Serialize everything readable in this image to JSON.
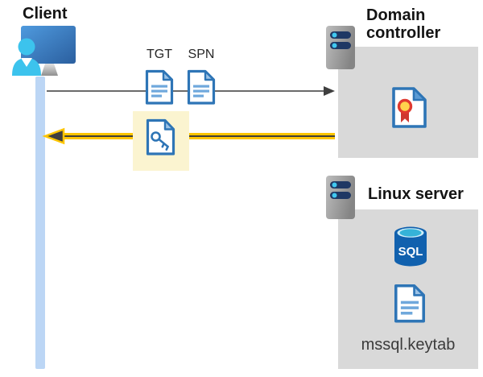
{
  "client": {
    "label": "Client"
  },
  "tickets": {
    "tgt": "TGT",
    "spn": "SPN"
  },
  "domain_controller": {
    "label": "Domain controller"
  },
  "linux_server": {
    "label": "Linux server",
    "sql_badge": "SQL",
    "keytab": "mssql.keytab"
  },
  "colors": {
    "arrow_yellow": "#fdc500",
    "arrow_gray": "#6b6b6b",
    "arrowhead_dark": "#3f3f3f",
    "highlight_yellow": "#fbf4d0",
    "panel_gray": "#d9d9d9",
    "doc_border_blue": "#2e75b6",
    "doc_fold_blue": "#9dc3e6",
    "doc_line_blue": "#6fa8dc",
    "client_bar_blue": "#bcd6f5",
    "monitor_blue": "#2b5f9f",
    "person_cyan": "#3cc3ed",
    "server_bar_navy": "#1f3864",
    "server_dot_cyan": "#41c8f0",
    "sql_body_blue": "#1161ae",
    "seal_yellow": "#ffd24c",
    "seal_red": "#e0392f"
  }
}
